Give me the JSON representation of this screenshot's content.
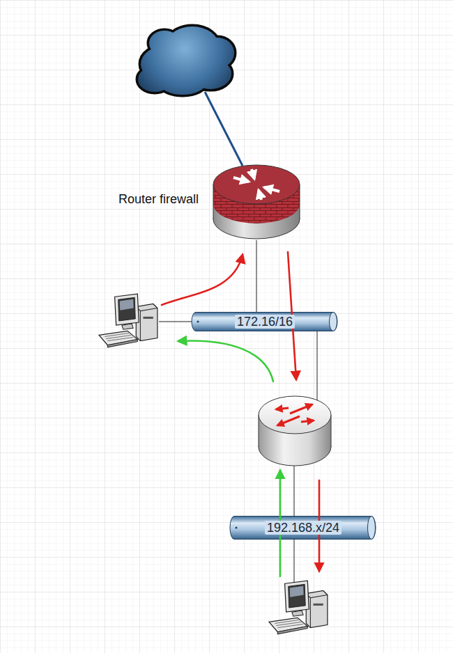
{
  "diagram": {
    "nodes": [
      {
        "text": [
          "Router firewall"
        ]
      },
      {
        "text": [
          "172.16/16"
        ]
      },
      {
        "text": [
          "192.168.x/24"
        ]
      }
    ],
    "edges": [
      {
        "from": 0,
        "to": 1,
        "arrow": "none"
      }
    ]
  }
}
